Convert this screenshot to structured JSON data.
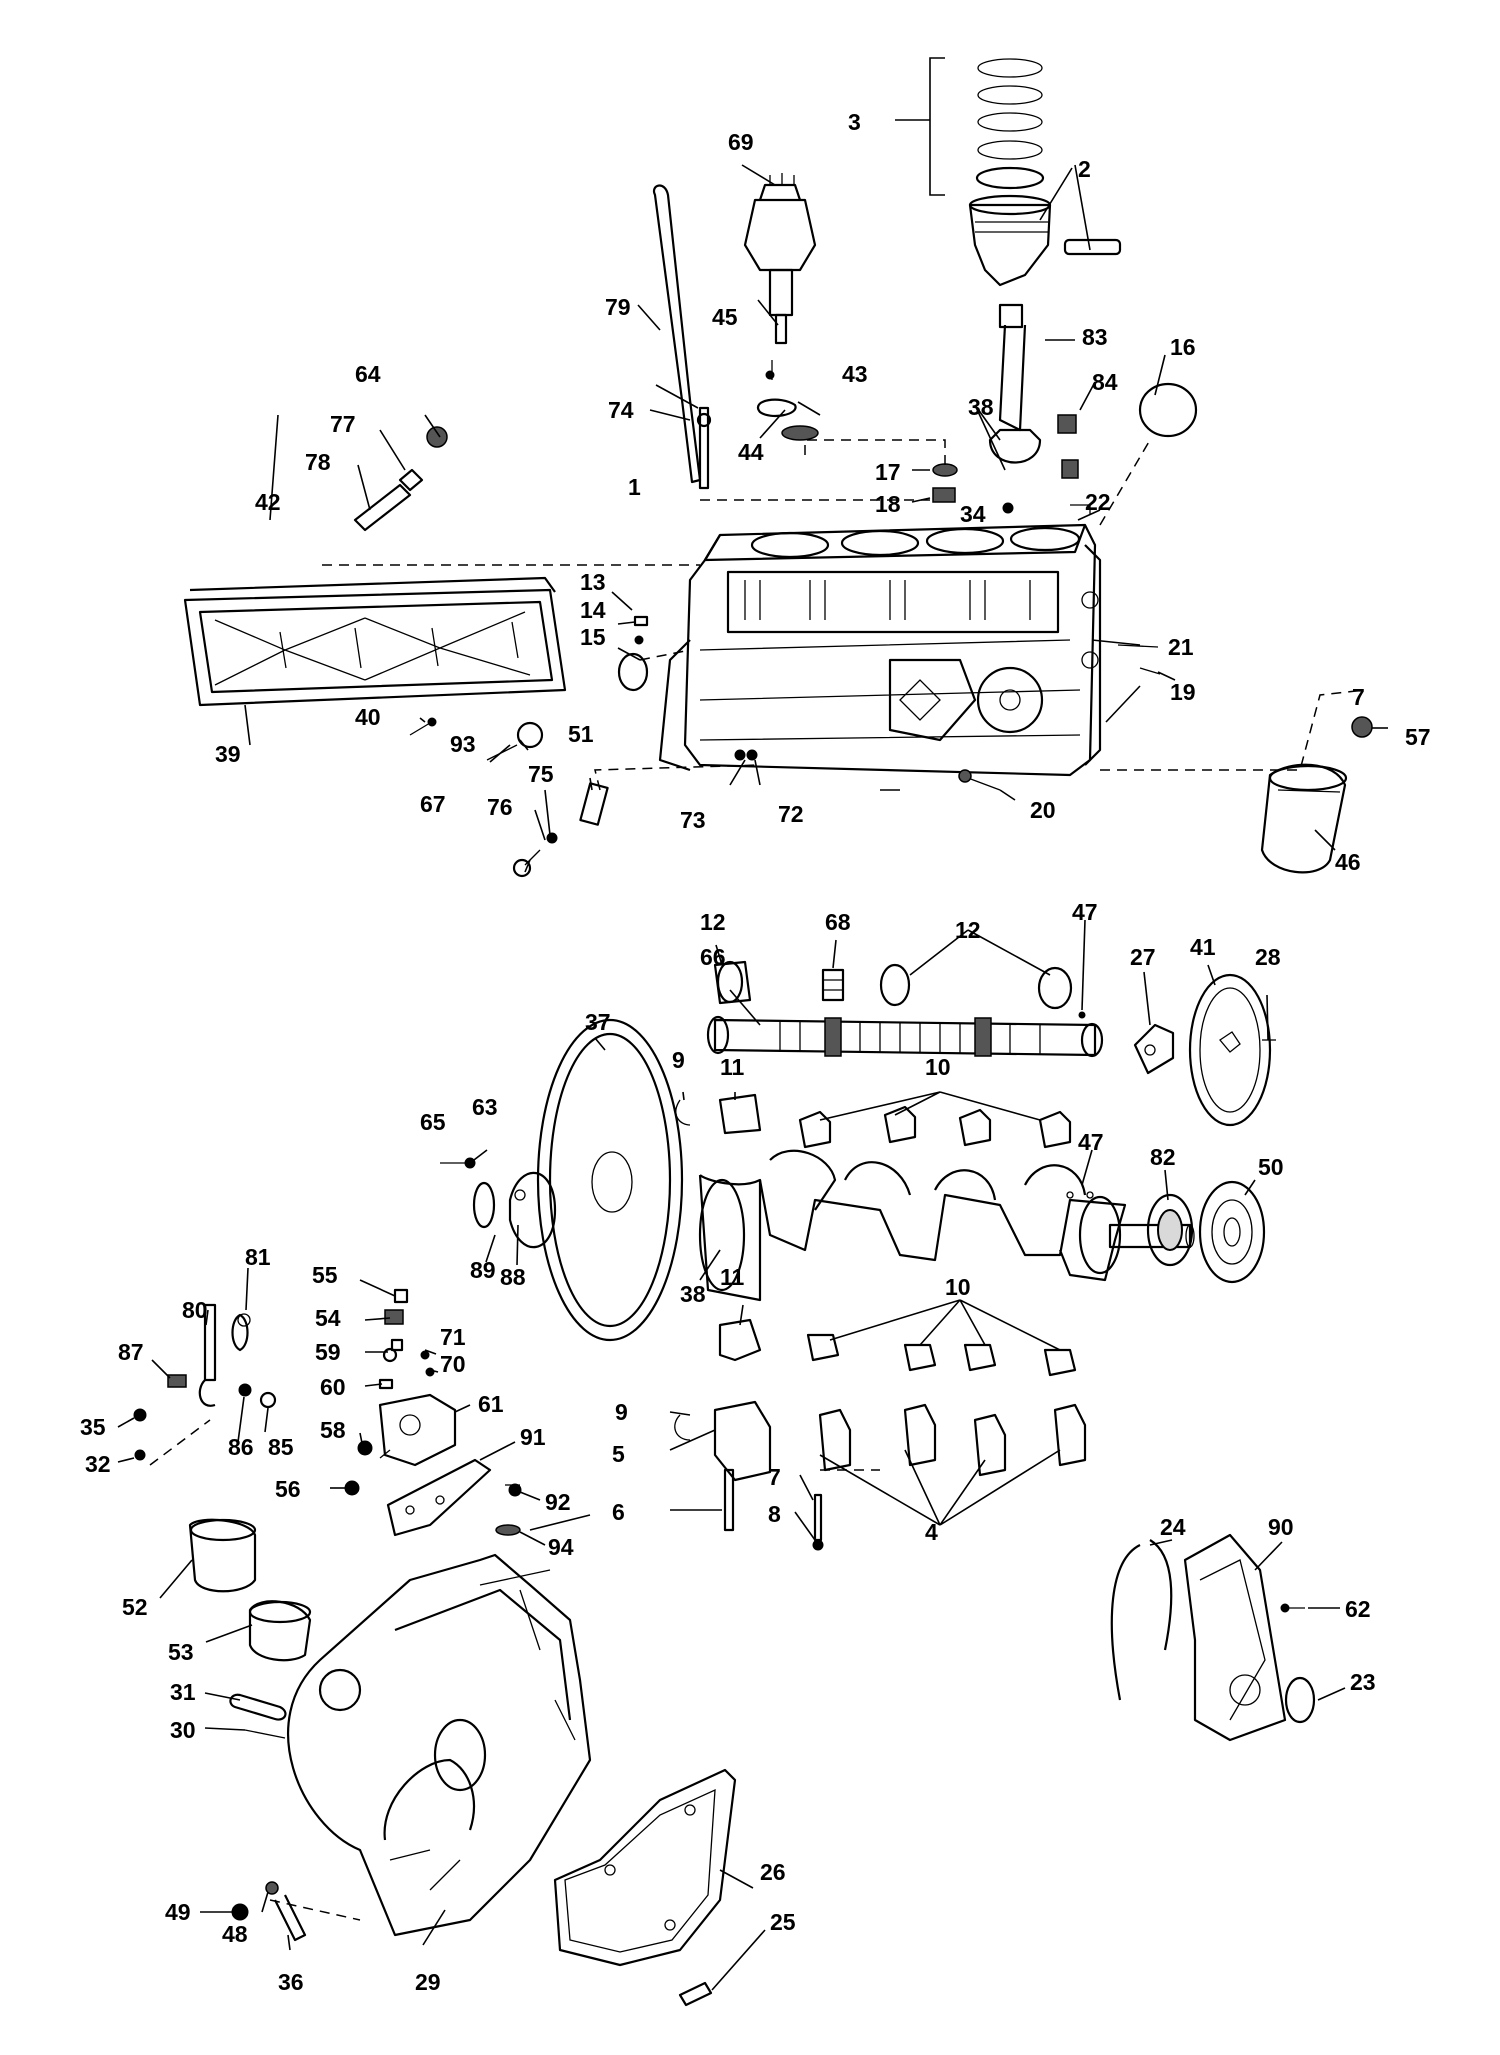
{
  "diagram": {
    "callouts": [
      "1",
      "2",
      "3",
      "4",
      "5",
      "6",
      "7",
      "8",
      "9",
      "10",
      "11",
      "12",
      "13",
      "14",
      "15",
      "16",
      "17",
      "18",
      "19",
      "20",
      "21",
      "22",
      "23",
      "24",
      "25",
      "26",
      "27",
      "28",
      "29",
      "30",
      "31",
      "32",
      "34",
      "35",
      "36",
      "37",
      "38",
      "39",
      "40",
      "41",
      "42",
      "43",
      "44",
      "45",
      "46",
      "47",
      "48",
      "49",
      "50",
      "51",
      "52",
      "53",
      "54",
      "55",
      "56",
      "57",
      "58",
      "59",
      "60",
      "61",
      "62",
      "63",
      "64",
      "65",
      "66",
      "67",
      "68",
      "69",
      "70",
      "71",
      "72",
      "73",
      "74",
      "75",
      "76",
      "77",
      "78",
      "79",
      "80",
      "81",
      "82",
      "83",
      "84",
      "85",
      "86",
      "87",
      "88",
      "89",
      "90",
      "91",
      "92",
      "93",
      "94"
    ]
  }
}
